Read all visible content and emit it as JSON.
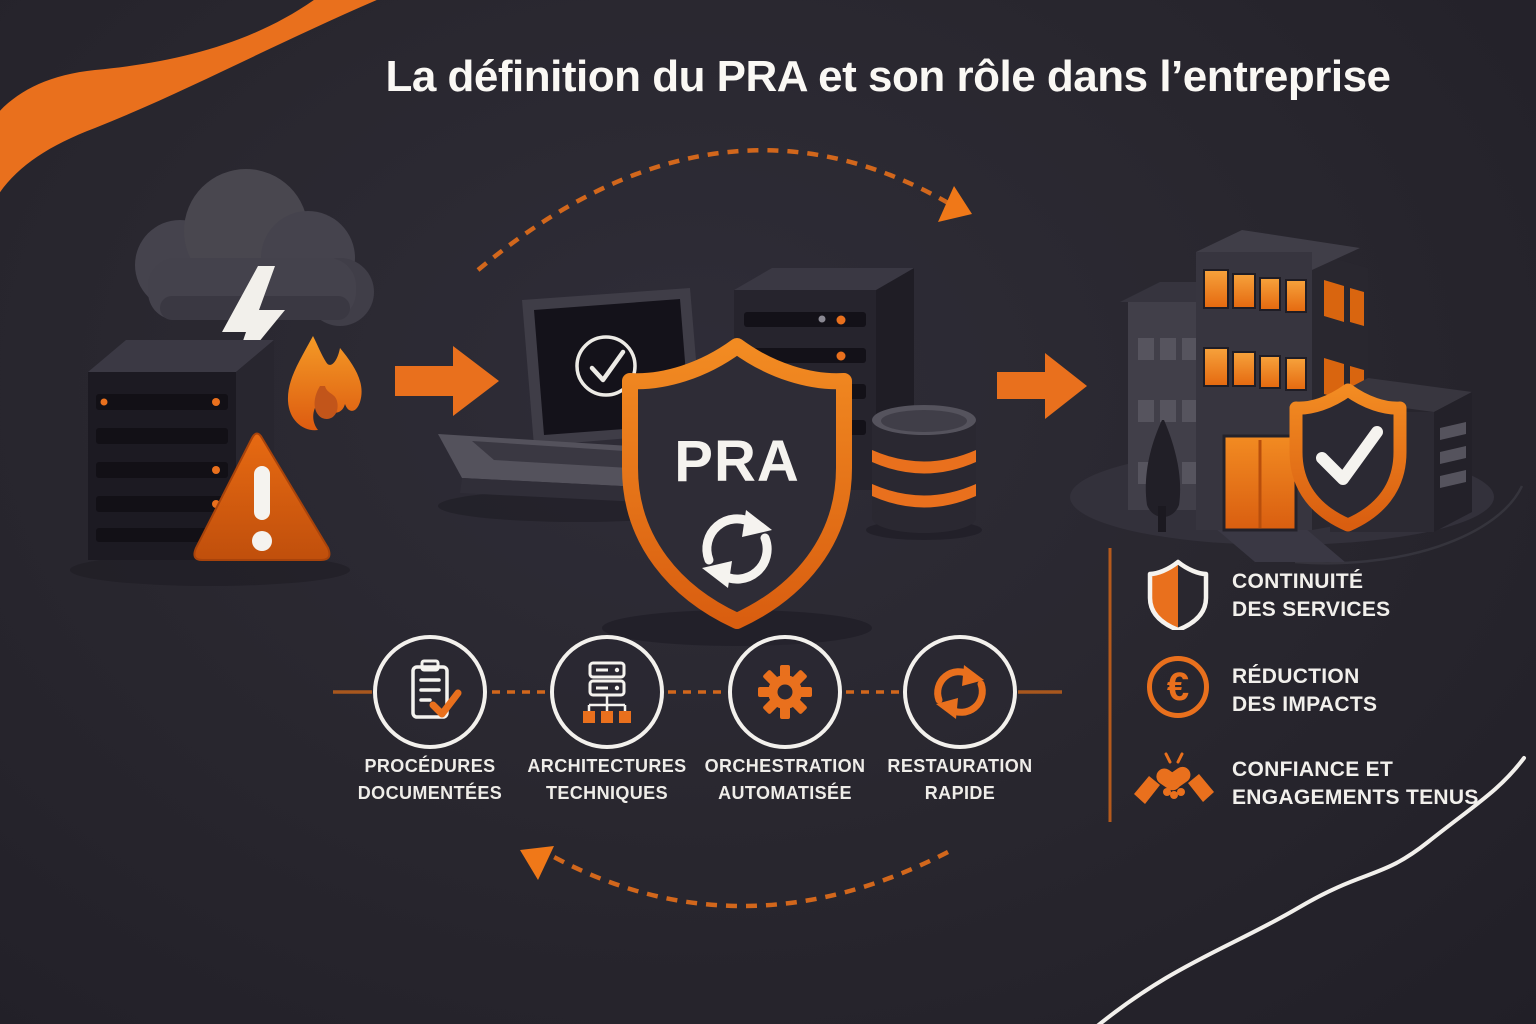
{
  "title": "La définition du PRA et son rôle dans l’entreprise",
  "center_shield": {
    "label": "PRA",
    "icon": "refresh-icon"
  },
  "process_steps": [
    {
      "icon": "clipboard-check-icon",
      "lines": [
        "PROCÉDURES",
        "DOCUMENTÉES"
      ]
    },
    {
      "icon": "server-network-icon",
      "lines": [
        "ARCHITECTURES",
        "TECHNIQUES"
      ]
    },
    {
      "icon": "gear-icon",
      "lines": [
        "ORCHESTRATION",
        "AUTOMATISÉE"
      ]
    },
    {
      "icon": "refresh-icon",
      "lines": [
        "RESTAURATION",
        "RAPIDE"
      ]
    }
  ],
  "benefits": [
    {
      "icon": "shield-icon",
      "lines": [
        "CONTINUITÉ",
        "DES SERVICES"
      ]
    },
    {
      "icon": "euro-icon",
      "glyph": "€",
      "lines": [
        "RÉDUCTION",
        "DES IMPACTS"
      ]
    },
    {
      "icon": "handshake-icon",
      "lines": [
        "CONFIANCE ET",
        "ENGAGEMENTS TENUS"
      ]
    }
  ],
  "scene": {
    "disaster_icons": [
      "storm-cloud",
      "lightning",
      "fire",
      "server-rack",
      "warning-triangle"
    ],
    "recovery_icons": [
      "laptop-check",
      "pra-shield",
      "server-tower",
      "database"
    ],
    "result_icons": [
      "office-building",
      "shield-check"
    ]
  },
  "colors": {
    "accent": "#E9701D",
    "background": "#29272F",
    "text": "#F5F3EF"
  }
}
